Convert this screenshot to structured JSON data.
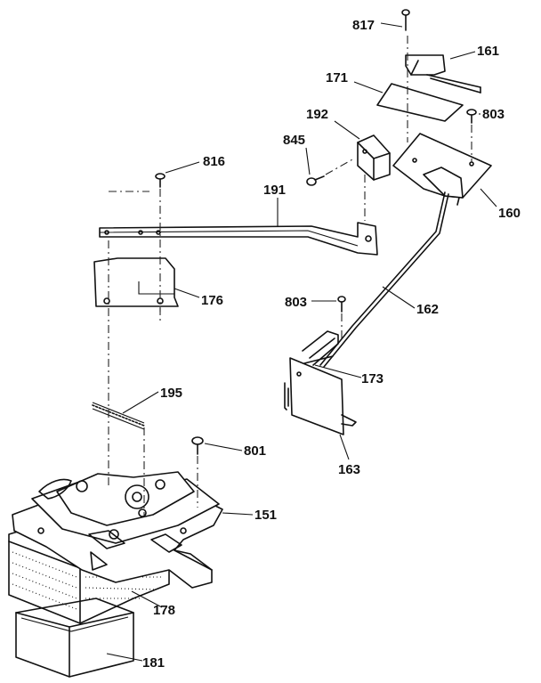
{
  "labels": {
    "p817": "817",
    "p161": "161",
    "p171": "171",
    "p803a": "803",
    "p192": "192",
    "p845": "845",
    "p160": "160",
    "p816": "816",
    "p191": "191",
    "p176": "176",
    "p803b": "803",
    "p162": "162",
    "p195": "195",
    "p173": "173",
    "p801": "801",
    "p163": "163",
    "p151": "151",
    "p178": "178",
    "p181": "181"
  }
}
